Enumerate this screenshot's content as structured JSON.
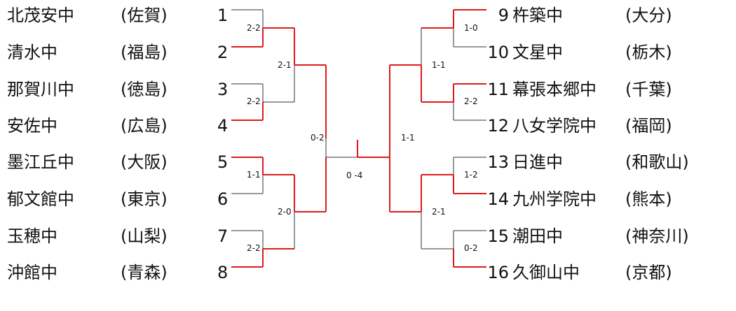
{
  "left_teams": [
    {
      "seed": "1",
      "name": "北茂安中",
      "pref": "(佐賀)"
    },
    {
      "seed": "2",
      "name": "清水中",
      "pref": "(福島)"
    },
    {
      "seed": "3",
      "name": "那賀川中",
      "pref": "(徳島)"
    },
    {
      "seed": "4",
      "name": "安佐中",
      "pref": "(広島)"
    },
    {
      "seed": "5",
      "name": "墨江丘中",
      "pref": "(大阪)"
    },
    {
      "seed": "6",
      "name": "郁文館中",
      "pref": "(東京)"
    },
    {
      "seed": "7",
      "name": "玉穂中",
      "pref": "(山梨)"
    },
    {
      "seed": "8",
      "name": "沖館中",
      "pref": "(青森)"
    }
  ],
  "right_teams": [
    {
      "seed": "9",
      "name": "杵築中",
      "pref": "(大分)"
    },
    {
      "seed": "10",
      "name": "文星中",
      "pref": "(栃木)"
    },
    {
      "seed": "11",
      "name": "幕張本郷中",
      "pref": "(千葉)"
    },
    {
      "seed": "12",
      "name": "八女学院中",
      "pref": "(福岡)"
    },
    {
      "seed": "13",
      "name": "日進中",
      "pref": "(和歌山)"
    },
    {
      "seed": "14",
      "name": "九州学院中",
      "pref": "(熊本)"
    },
    {
      "seed": "15",
      "name": "潮田中",
      "pref": "(神奈川)"
    },
    {
      "seed": "16",
      "name": "久御山中",
      "pref": "(京都)"
    }
  ],
  "scores": {
    "l_r1_1": "2-2",
    "l_r1_2": "2-2",
    "l_r1_3": "1-1",
    "l_r1_4": "2-2",
    "l_r2_1": "2-1",
    "l_r2_2": "2-0",
    "l_sf": "0-2",
    "final": "0 -4",
    "r_sf": "1-1",
    "r_r2_1": "1-1",
    "r_r2_2": "2-1",
    "r_r1_1": "1-0",
    "r_r1_2": "2-2",
    "r_r1_3": "1-2",
    "r_r1_4": "0-2"
  },
  "colors": {
    "winner_line": "#e0191f",
    "loser_line": "#333333"
  }
}
